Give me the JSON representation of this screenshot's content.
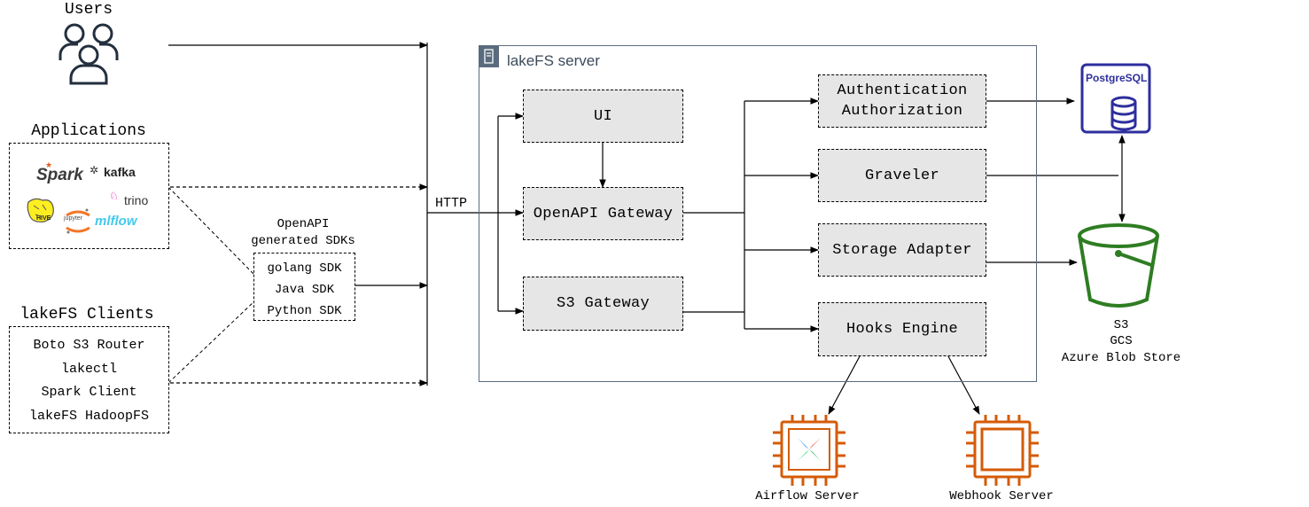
{
  "left": {
    "users_label": "Users",
    "applications_label": "Applications",
    "applications_logos": {
      "spark": "Spark",
      "kafka": "kafka",
      "trino": "trino",
      "hive": "HIVE",
      "jupyter": "jupyter",
      "mlflow": "mlflow"
    },
    "sdk_title_line1": "OpenAPI",
    "sdk_title_line2": "generated SDKs",
    "sdks": [
      "golang SDK",
      "Java SDK",
      "Python SDK"
    ],
    "clients_label": "lakeFS Clients",
    "clients": [
      "Boto S3 Router",
      "lakectl",
      "Spark Client",
      "lakeFS HadoopFS"
    ]
  },
  "http_label": "HTTP",
  "server": {
    "title": "lakeFS server",
    "ui": "UI",
    "openapi_gateway": "OpenAPI Gateway",
    "s3_gateway": "S3 Gateway",
    "auth_line1": "Authentication",
    "auth_line2": "Authorization",
    "graveler": "Graveler",
    "storage_adapter": "Storage Adapter",
    "hooks_engine": "Hooks Engine"
  },
  "right": {
    "postgres": "PostgreSQL",
    "stores": [
      "S3",
      "GCS",
      "Azure Blob Store"
    ],
    "airflow_server": "Airflow Server",
    "webhook_server": "Webhook Server"
  },
  "colors": {
    "server_border": "#5a6b7d",
    "postgres": "#2e2e9e",
    "bucket": "#2e7d22",
    "chip": "#d45b07"
  }
}
